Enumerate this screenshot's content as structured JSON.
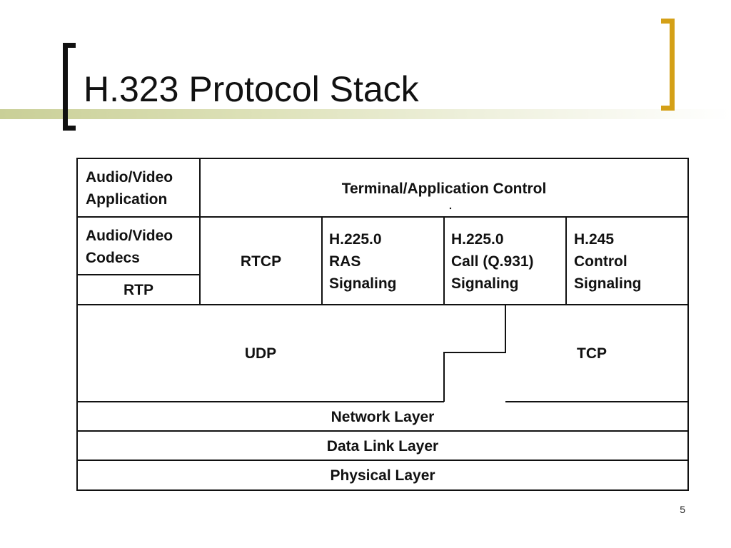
{
  "slide": {
    "title": "H.323 Protocol Stack",
    "page_number": "5"
  },
  "stack": {
    "av_application": [
      "Audio/Video",
      "Application"
    ],
    "terminal_control": "Terminal/Application Control",
    "av_codecs": [
      "Audio/Video",
      "Codecs"
    ],
    "rtp": "RTP",
    "rtcp": "RTCP",
    "h225_ras": [
      "H.225.0",
      "RAS",
      "Signaling"
    ],
    "h225_call": [
      "H.225.0",
      "Call (Q.931)",
      "Signaling"
    ],
    "h245": [
      "H.245",
      "Control",
      "Signaling"
    ],
    "udp": "UDP",
    "tcp": "TCP",
    "network_layer": "Network Layer",
    "data_link_layer": "Data Link Layer",
    "physical_layer": "Physical Layer"
  },
  "colors": {
    "title_band": "#c9cf97",
    "left_bracket": "#111111",
    "right_bracket": "#d4a017",
    "lines": "#111111"
  }
}
